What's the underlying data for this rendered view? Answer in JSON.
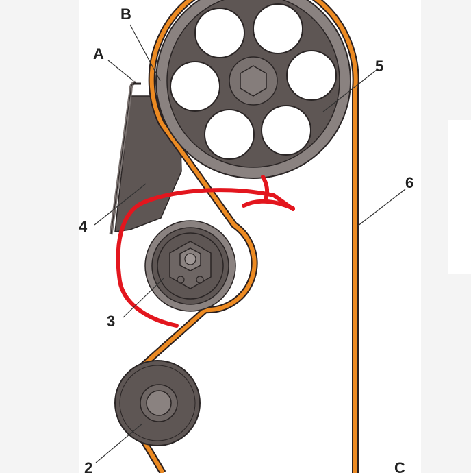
{
  "diagram": {
    "labels": {
      "A": "A",
      "B": "B",
      "C": "C",
      "n2": "2",
      "n3": "3",
      "n4": "4",
      "n5": "5",
      "n6": "6"
    },
    "colors": {
      "belt": "#ec8a22",
      "pulley": "#5e5654",
      "pulley_rim": "#8a8280",
      "annotation": "#e3161e"
    }
  }
}
